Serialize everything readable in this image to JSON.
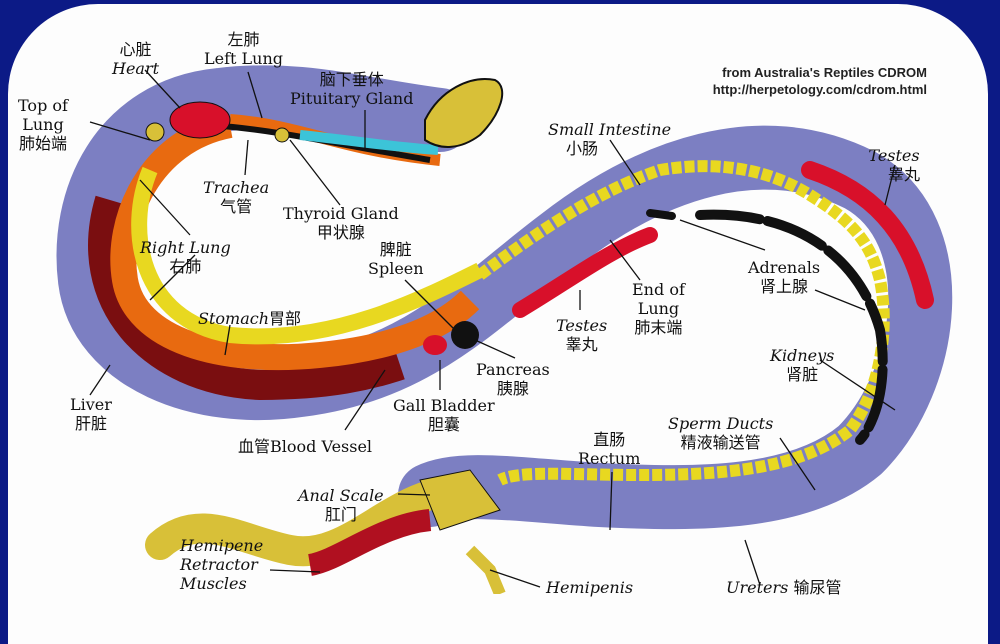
{
  "source": {
    "line1": "from Australia's Reptiles CDROM",
    "line2": "http://herpetology.com/cdrom.html"
  },
  "labels": {
    "heart": {
      "zh": "心脏",
      "en": "Heart"
    },
    "left_lung": {
      "zh": "左肺",
      "en": "Left Lung"
    },
    "pituitary": {
      "zh": "脑下垂体",
      "en": "Pituitary Gland"
    },
    "top_of_lung": {
      "en1": "Top of",
      "en2": "Lung",
      "zh": "肺始端"
    },
    "trachea": {
      "en": "Trachea",
      "zh": "气管"
    },
    "thyroid": {
      "en": "Thyroid Gland",
      "zh": "甲状腺"
    },
    "right_lung": {
      "en": "Right Lung",
      "zh": "右肺"
    },
    "spleen": {
      "zh": "脾脏",
      "en": "Spleen"
    },
    "stomach": {
      "en": "Stomach",
      "zh": "胃部"
    },
    "liver": {
      "en": "Liver",
      "zh": "肝脏"
    },
    "blood_vessel": {
      "zh": "血管",
      "en": "Blood Vessel"
    },
    "gall_bladder": {
      "en": "Gall Bladder",
      "zh": "胆囊"
    },
    "pancreas": {
      "en": "Pancreas",
      "zh": "胰腺"
    },
    "testes_inner": {
      "en": "Testes",
      "zh": "睾丸"
    },
    "end_of_lung": {
      "en1": "End of",
      "en2": "Lung",
      "zh": "肺末端"
    },
    "small_intestine": {
      "en": "Small Intestine",
      "zh": "小肠"
    },
    "testes_outer": {
      "en": "Testes",
      "zh": "睾丸"
    },
    "adrenals": {
      "en": "Adrenals",
      "zh": "肾上腺"
    },
    "kidneys": {
      "en": "Kidneys",
      "zh": "肾脏"
    },
    "sperm_ducts": {
      "en": "Sperm Ducts",
      "zh": "精液输送管"
    },
    "rectum": {
      "zh": "直肠",
      "en": "Rectum"
    },
    "anal_scale": {
      "en": "Anal Scale",
      "zh": "肛门"
    },
    "hemipene_retractor": {
      "en1": "Hemipene",
      "en2": "Retractor",
      "en3": "Muscles"
    },
    "hemipenis": {
      "en": "Hemipenis"
    },
    "ureters": {
      "en": "Ureters",
      "zh": "输尿管"
    }
  },
  "colors": {
    "background": "#0c1a86",
    "body": "#7c7fc2",
    "yellow": "#e8d820",
    "orange": "#e86a10",
    "red": "#d8102a",
    "liver": "#7a0e10",
    "black": "#111111",
    "cyan": "#3cc4d8",
    "scales": "#d8c038"
  }
}
